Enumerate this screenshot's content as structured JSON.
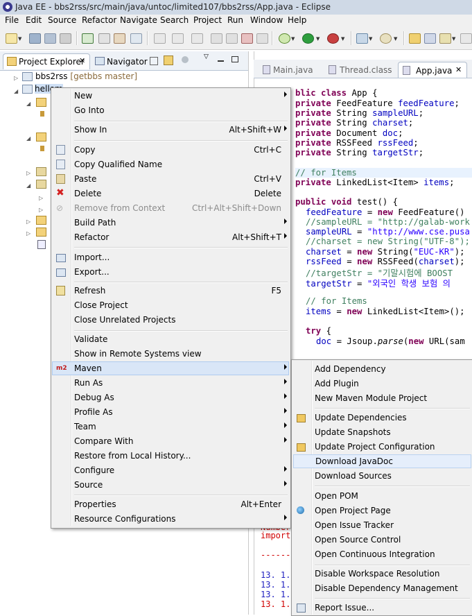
{
  "window": {
    "title": "Java EE - bbs2rss/src/main/java/untoc/limited107/bbs2rss/App.java - Eclipse"
  },
  "menubar": [
    "File",
    "Edit",
    "Source",
    "Refactor",
    "Navigate",
    "Search",
    "Project",
    "Run",
    "Window",
    "Help"
  ],
  "left_panel": {
    "tabs": [
      {
        "label": "Project Explorer",
        "close": "✕"
      },
      {
        "label": "Navigator"
      }
    ],
    "tree": [
      {
        "label": "bbs2rss",
        "decoration": "[getbbs master]"
      },
      {
        "label": "hellom"
      }
    ]
  },
  "editor": {
    "tabs": [
      {
        "label": "Main.java"
      },
      {
        "label": "Thread.class"
      },
      {
        "label": "App.java",
        "close": "✕"
      }
    ],
    "code": {
      "l1": [
        "blic ",
        "class",
        " App {"
      ],
      "l2": [
        "private",
        " FeedFeature ",
        "feedFeature",
        ";"
      ],
      "l3": [
        "private",
        " String ",
        "sampleURL",
        ";"
      ],
      "l4": [
        "private",
        " String ",
        "charset",
        ";"
      ],
      "l5": [
        "private",
        " Document ",
        "doc",
        ";"
      ],
      "l6": [
        "private",
        " RSSFeed ",
        "rssFeed",
        ";"
      ],
      "l7": [
        "private",
        " String ",
        "targetStr",
        ";"
      ],
      "l8": "// for Items",
      "l9": [
        "private",
        " LinkedList<Item> ",
        "items",
        ";"
      ],
      "l10": [
        "public",
        " ",
        "void",
        " test() {"
      ],
      "l11": [
        "feedFeature",
        " = ",
        "new",
        " FeedFeature()"
      ],
      "l12": "//sampleURL = \"http://galab-work",
      "l13": [
        "sampleURL",
        " = ",
        "\"http://www.cse.pusa"
      ],
      "l14": "//charset = new String(\"UTF-8\");",
      "l15": [
        "charset",
        " = ",
        "new",
        " String(",
        "\"EUC-KR\"",
        ");"
      ],
      "l16": [
        "rssFeed",
        " = ",
        "new",
        " RSSFeed(",
        "charset",
        ");"
      ],
      "l17": "//targetStr = \"기말시험에 BOOST",
      "l18": [
        "targetStr",
        " = ",
        "\"외국인 학생 보험 의"
      ],
      "l19": "// for Items",
      "l20": [
        "items",
        " = ",
        "new",
        " LinkedList<Item>();"
      ],
      "l21": [
        "try",
        " {"
      ],
      "l22": [
        "doc",
        " = Jsoup.",
        "parse",
        "(",
        "new",
        " URL(sam"
      ],
      "e1": "Number",
      "e2": "import",
      "e3": "-------",
      "e4": "13. 1.",
      "e5": "13. 1.",
      "e6": "13. 1.",
      "e7": "13. 1."
    }
  },
  "context_menu": {
    "items": [
      {
        "label": "New",
        "submenu": true
      },
      {
        "label": "Go Into"
      },
      {
        "label": "Show In",
        "accel": "Alt+Shift+W",
        "submenu": true
      },
      {
        "label": "Copy",
        "accel": "Ctrl+C",
        "icon": "copy-icon"
      },
      {
        "label": "Copy Qualified Name",
        "icon": "copy-icon"
      },
      {
        "label": "Paste",
        "accel": "Ctrl+V",
        "icon": "paste-icon"
      },
      {
        "label": "Delete",
        "accel": "Delete",
        "icon": "delete-icon"
      },
      {
        "label": "Remove from Context",
        "accel": "Ctrl+Alt+Shift+Down",
        "disabled": true,
        "icon": "remove-icon"
      },
      {
        "label": "Build Path",
        "submenu": true
      },
      {
        "label": "Refactor",
        "accel": "Alt+Shift+T",
        "submenu": true
      },
      {
        "label": "Import...",
        "icon": "import-icon"
      },
      {
        "label": "Export...",
        "icon": "export-icon"
      },
      {
        "label": "Refresh",
        "accel": "F5",
        "icon": "refresh-icon"
      },
      {
        "label": "Close Project"
      },
      {
        "label": "Close Unrelated Projects"
      },
      {
        "label": "Validate"
      },
      {
        "label": "Show in Remote Systems view"
      },
      {
        "label": "Maven",
        "submenu": true,
        "icon_text": "m2"
      },
      {
        "label": "Run As",
        "submenu": true
      },
      {
        "label": "Debug As",
        "submenu": true
      },
      {
        "label": "Profile As",
        "submenu": true
      },
      {
        "label": "Team",
        "submenu": true
      },
      {
        "label": "Compare With",
        "submenu": true
      },
      {
        "label": "Restore from Local History..."
      },
      {
        "label": "Configure",
        "submenu": true
      },
      {
        "label": "Source",
        "submenu": true
      },
      {
        "label": "Properties",
        "accel": "Alt+Enter"
      },
      {
        "label": "Resource Configurations",
        "submenu": true
      }
    ]
  },
  "maven_submenu": {
    "items": [
      {
        "label": "Add Dependency"
      },
      {
        "label": "Add Plugin"
      },
      {
        "label": "New Maven Module Project"
      },
      {
        "label": "Update Dependencies",
        "icon": "update-dependencies-icon"
      },
      {
        "label": "Update Snapshots"
      },
      {
        "label": "Update Project Configuration",
        "icon": "update-project-icon"
      },
      {
        "label": "Download JavaDoc"
      },
      {
        "label": "Download Sources"
      },
      {
        "label": "Open POM"
      },
      {
        "label": "Open Project Page",
        "icon": "globe-icon"
      },
      {
        "label": "Open Issue Tracker"
      },
      {
        "label": "Open Source Control"
      },
      {
        "label": "Open Continuous Integration"
      },
      {
        "label": "Disable Workspace Resolution"
      },
      {
        "label": "Disable Dependency Management"
      },
      {
        "label": "Report Issue...",
        "icon": "report-issue-icon"
      }
    ]
  }
}
